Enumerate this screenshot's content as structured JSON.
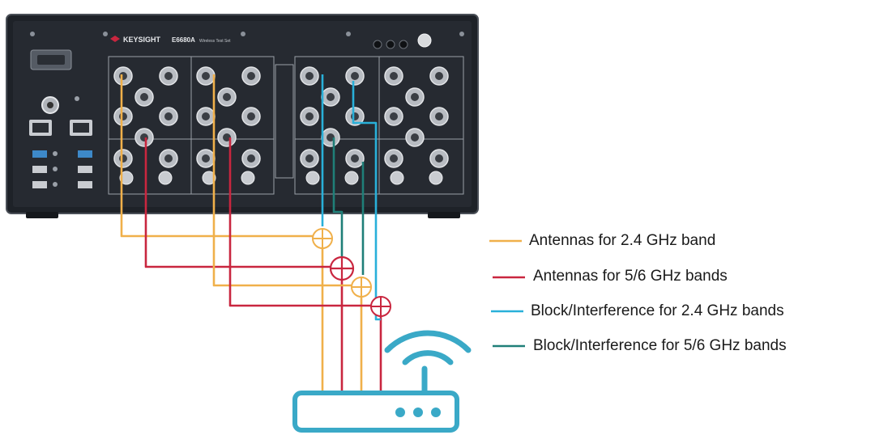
{
  "instrument": {
    "brand": "KEYSIGHT",
    "model": "E6680A",
    "subtitle": "Wireless Test Set"
  },
  "legend": [
    {
      "label": "Antennas for 2.4 GHz band",
      "color": "#f0b04a"
    },
    {
      "label": "Antennas for  5/6 GHz bands",
      "color": "#c9263f"
    },
    {
      "label": "Block/Interference for  2.4 GHz bands",
      "color": "#29b0d9"
    },
    {
      "label": "Block/Interference for  5/6 GHz bands",
      "color": "#1f7f78"
    }
  ],
  "colors": {
    "panel": "#22262d",
    "panel_edge": "#3b4048",
    "router": "#3aa9c7"
  },
  "icons": {
    "combiner": "circle-plus-icon",
    "wifi": "wifi-icon",
    "router": "router-icon"
  }
}
